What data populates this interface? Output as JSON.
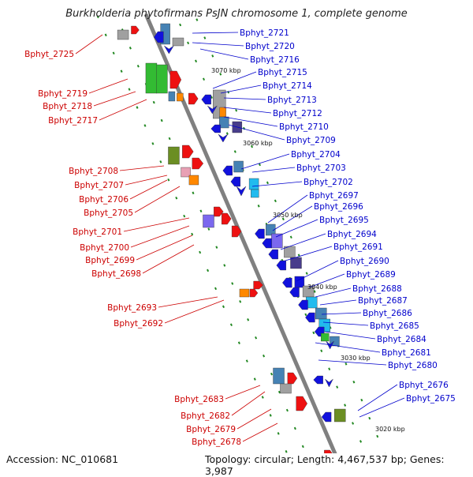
{
  "title": "Burkholderia phytofirmans PsJN chromosome 1, complete genome",
  "footer": {
    "accession": "Accession: NC_010681",
    "topology": "Topology: circular; Length: 4,467,537 bp; Genes: 3,987"
  },
  "colors": {
    "backbone": "#808080",
    "left_label": "#cc0000",
    "right_label": "#0000cc",
    "tick": "#228822",
    "red": "#ee1111",
    "blue": "#1111dd",
    "green": "#33bb33",
    "olive": "#6b8e23",
    "orange": "#ff8800",
    "steel": "#4682b4",
    "cyan": "#22bbee",
    "purple": "#7b68ee",
    "gray": "#a0a0a0",
    "slate": "#483d8b",
    "pink": "#e8a0b4"
  },
  "kbp_markers": [
    "3070 kbp",
    "3060 kbp",
    "3050 kbp",
    "3040 kbp",
    "3030 kbp",
    "3020 kbp"
  ],
  "left_labels": [
    "Bphyt_2725",
    "Bphyt_2719",
    "Bphyt_2718",
    "Bphyt_2717",
    "Bphyt_2708",
    "Bphyt_2707",
    "Bphyt_2706",
    "Bphyt_2705",
    "Bphyt_2701",
    "Bphyt_2700",
    "Bphyt_2699",
    "Bphyt_2698",
    "Bphyt_2693",
    "Bphyt_2692",
    "Bphyt_2683",
    "Bphyt_2682",
    "Bphyt_2679",
    "Bphyt_2678"
  ],
  "right_labels": [
    "Bphyt_2721",
    "Bphyt_2720",
    "Bphyt_2716",
    "Bphyt_2715",
    "Bphyt_2714",
    "Bphyt_2713",
    "Bphyt_2712",
    "Bphyt_2710",
    "Bphyt_2709",
    "Bphyt_2704",
    "Bphyt_2703",
    "Bphyt_2702",
    "Bphyt_2697",
    "Bphyt_2696",
    "Bphyt_2695",
    "Bphyt_2694",
    "Bphyt_2691",
    "Bphyt_2690",
    "Bphyt_2689",
    "Bphyt_2688",
    "Bphyt_2687",
    "Bphyt_2686",
    "Bphyt_2685",
    "Bphyt_2684",
    "Bphyt_2681",
    "Bphyt_2680",
    "Bphyt_2676",
    "Bphyt_2675"
  ]
}
